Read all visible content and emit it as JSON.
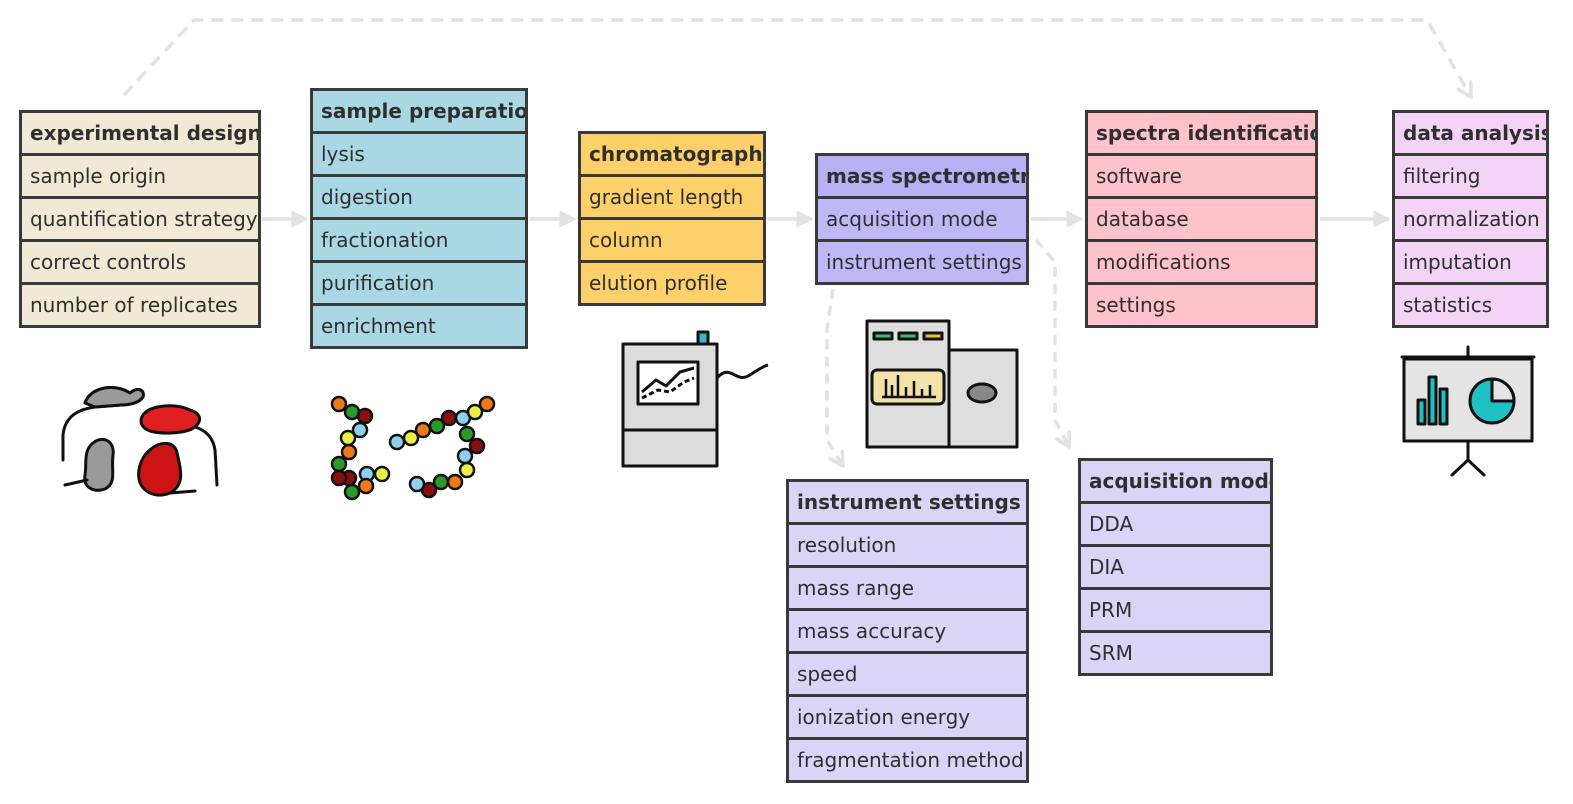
{
  "colors": {
    "experimental_design": "#f0e9d6",
    "sample_preparation": "#a9d8e4",
    "chromatography": "#fdd06a",
    "mass_spectrometry_header": "#b7b0f4",
    "mass_spectrometry_rows": "#bfb8f6",
    "spectra_identification": "#fdc2cc",
    "data_analysis": "#f3d3f6",
    "instrument_settings": "#dad5f6",
    "acquisition_mode": "#dad5f6",
    "arrow": "#e2e2e2",
    "border": "#3a3a3a"
  },
  "boxes": {
    "experimental_design": {
      "title": "experimental design",
      "items": [
        "sample origin",
        "quantification strategy",
        "correct controls",
        "number of replicates"
      ]
    },
    "sample_preparation": {
      "title": "sample preparation",
      "items": [
        "lysis",
        "digestion",
        "fractionation",
        "purification",
        "enrichment"
      ]
    },
    "chromatography": {
      "title": "chromatography",
      "items": [
        "gradient length",
        "column",
        "elution profile"
      ]
    },
    "mass_spectrometry": {
      "title": "mass spectrometry",
      "items": [
        "acquisition mode",
        "instrument settings"
      ]
    },
    "spectra_identification": {
      "title": "spectra identification",
      "items": [
        "software",
        "database",
        "modifications",
        "settings"
      ]
    },
    "data_analysis": {
      "title": "data analysis",
      "items": [
        "filtering",
        "normalization",
        "imputation",
        "statistics"
      ]
    },
    "instrument_settings": {
      "title": "instrument settings",
      "items": [
        "resolution",
        "mass range",
        "mass accuracy",
        "speed",
        "ionization energy",
        "fragmentation method"
      ]
    },
    "acquisition_mode": {
      "title": "acquisition mode",
      "items": [
        "DDA",
        "DIA",
        "PRM",
        "SRM"
      ]
    }
  },
  "icons": {
    "experimental_design": "mice-icon",
    "sample_preparation": "peptide-chains-icon",
    "chromatography": "chromatography-instrument-icon",
    "mass_spectrometry": "mass-spectrometer-icon",
    "data_analysis": "presentation-board-icon"
  }
}
